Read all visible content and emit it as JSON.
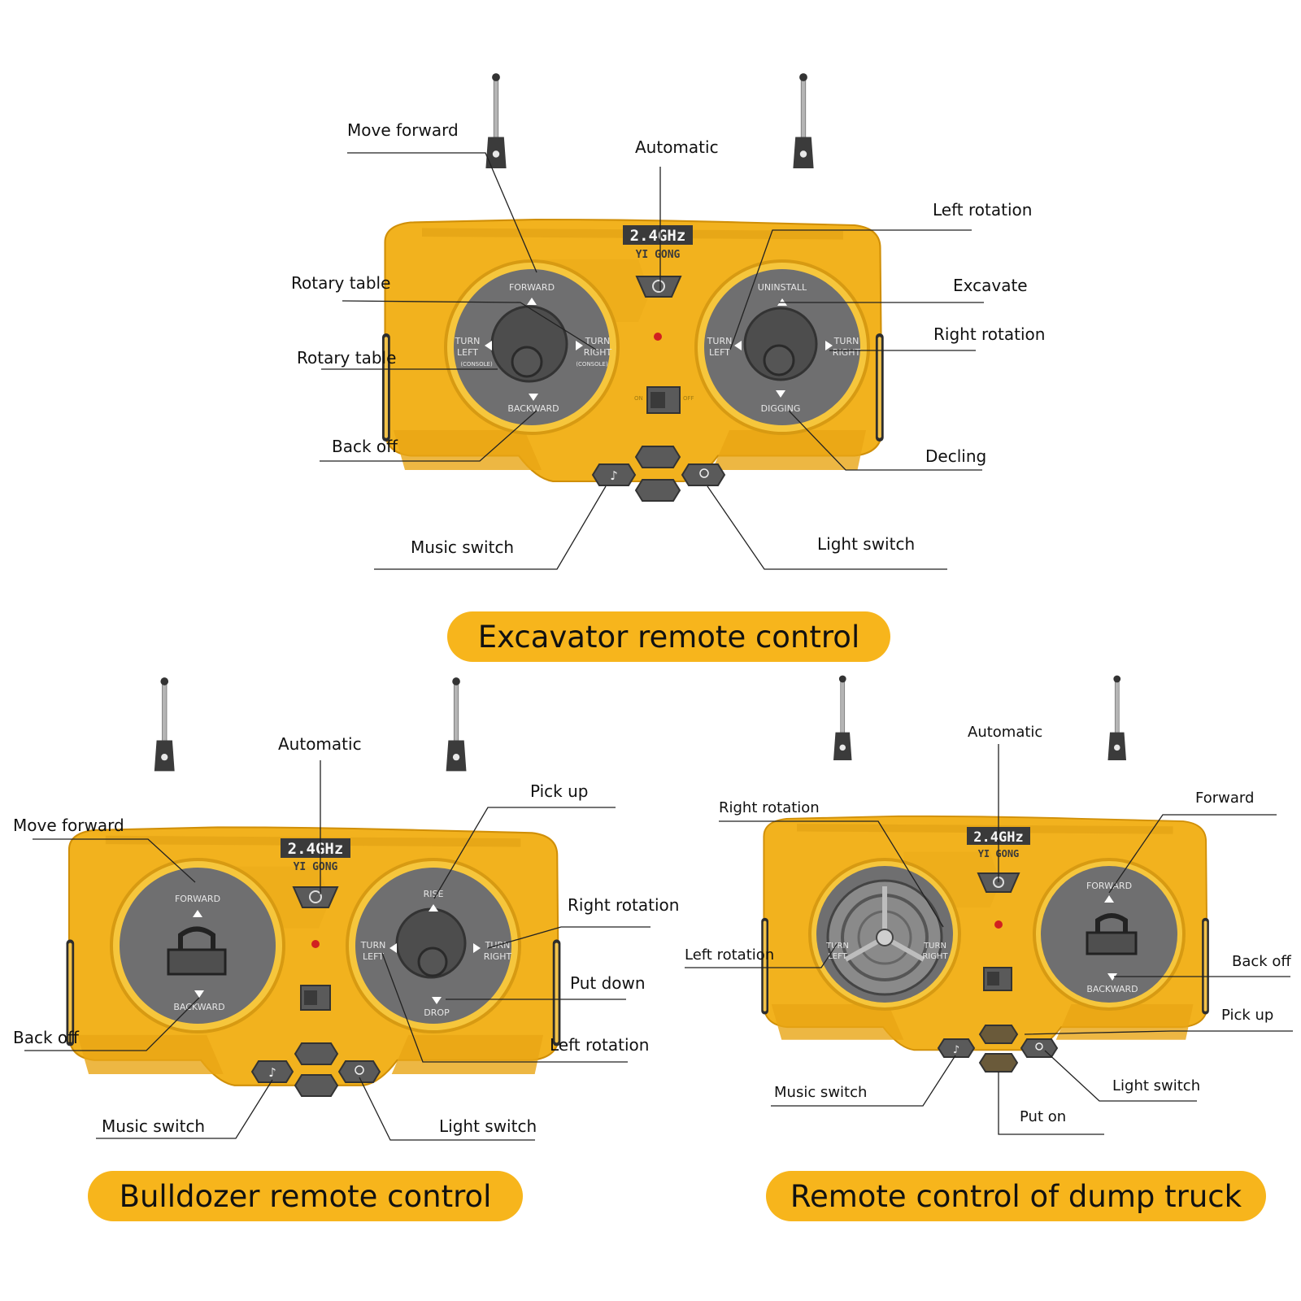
{
  "brand": {
    "band": "2.4GHz",
    "name": "YI GONG"
  },
  "colors": {
    "body": "#f2b21e",
    "body_dark": "#d9980c",
    "pill": "#f7b51c",
    "dial": "#6f6f70",
    "rim": "#f6c63c"
  },
  "excavator": {
    "title": "Excavator remote control",
    "left_dial": {
      "up": "FORWARD",
      "down": "BACKWARD",
      "left_a": "TURN",
      "left_b": "LEFT",
      "left_c": "(CONSOLE)",
      "right_a": "TURN",
      "right_b": "RIGHT",
      "right_c": "(CONSOLE)"
    },
    "right_dial": {
      "up": "UNINSTALL",
      "down": "DIGGING",
      "left_a": "TURN",
      "left_b": "LEFT",
      "right_a": "TURN",
      "right_b": "RIGHT"
    },
    "switch": {
      "on": "ON",
      "off": "OFF"
    },
    "labels": {
      "move_forward": "Move forward",
      "automatic": "Automatic",
      "left_rotation": "Left rotation",
      "rotary_table_1": "Rotary table",
      "rotary_table_2": "Rotary table",
      "excavate": "Excavate",
      "right_rotation": "Right rotation",
      "back_off": "Back off",
      "decling": "Decling",
      "music_switch": "Music switch",
      "light_switch": "Light switch"
    }
  },
  "bulldozer": {
    "title": "Bulldozer remote control",
    "left_dial": {
      "up": "FORWARD",
      "down": "BACKWARD"
    },
    "right_dial": {
      "up": "RISE",
      "down": "DROP",
      "left_a": "TURN",
      "left_b": "LEFT",
      "right_a": "TURN",
      "right_b": "RIGHT"
    },
    "labels": {
      "automatic": "Automatic",
      "pick_up": "Pick up",
      "move_forward": "Move forward",
      "right_rotation": "Right rotation",
      "put_down": "Put down",
      "back_off": "Back off",
      "left_rotation": "Left rotation",
      "music_switch": "Music switch",
      "light_switch": "Light switch"
    }
  },
  "dump_truck": {
    "title": "Remote control of dump truck",
    "left_dial": {
      "left_a": "TURN",
      "left_b": "LEFT",
      "right_a": "TURN",
      "right_b": "RIGHT"
    },
    "right_dial": {
      "up": "FORWARD",
      "down": "BACKWARD"
    },
    "labels": {
      "automatic": "Automatic",
      "right_rotation": "Right rotation",
      "forward": "Forward",
      "left_rotation": "Left rotation",
      "back_off": "Back off",
      "pick_up": "Pick up",
      "music_switch": "Music switch",
      "light_switch": "Light switch",
      "put_on": "Put on"
    }
  }
}
